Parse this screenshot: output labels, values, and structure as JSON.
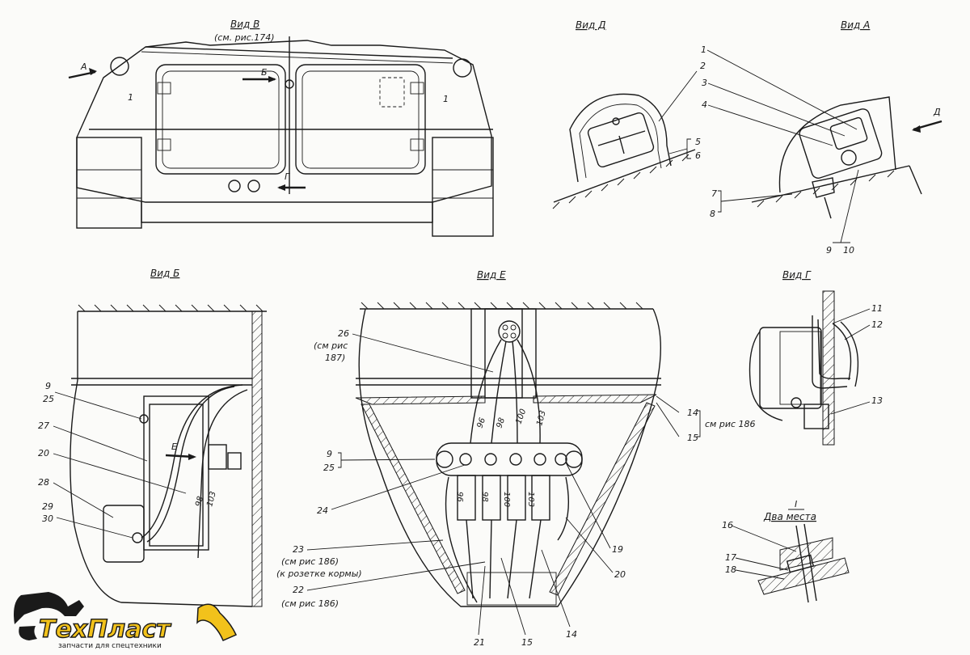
{
  "views": {
    "v": {
      "title": "Вид В",
      "note": "(см. рис.174)",
      "callouts": [
        "1",
        "1"
      ],
      "arrows": [
        "А",
        "Б",
        "Г"
      ]
    },
    "d": {
      "title": "Вид Д",
      "callouts": [
        "2",
        "5",
        "6"
      ]
    },
    "a": {
      "title": "Вид А",
      "callouts": [
        "1",
        "3",
        "4",
        "7",
        "8",
        "9",
        "10"
      ],
      "arrows": [
        "Д"
      ]
    },
    "b": {
      "title": "Вид Б",
      "callouts": [
        "9",
        "25",
        "27",
        "20",
        "28",
        "29",
        "30"
      ],
      "arrows": [
        "Е"
      ],
      "wires": [
        "98",
        "103"
      ]
    },
    "e": {
      "title": "Вид Е",
      "callouts": [
        "26",
        "14",
        "15",
        "9",
        "25",
        "24",
        "23",
        "22",
        "21",
        "15",
        "14",
        "19",
        "20"
      ],
      "wires": [
        "96",
        "98",
        "100",
        "103"
      ],
      "notes": {
        "n26a": "(см рис",
        "n26b": "187)",
        "n14": "см рис 186",
        "n23a": "(см рис 186)",
        "n23b": "(к розетке кормы)",
        "n22": "(см рис 186)"
      }
    },
    "g": {
      "title": "Вид Г",
      "callouts": [
        "11",
        "12",
        "13"
      ]
    },
    "i": {
      "title": "I",
      "subtitle": "Два места",
      "callouts": [
        "16",
        "17",
        "18"
      ]
    }
  },
  "logo": {
    "brand": "ТехПласт",
    "tagline": "запчасти для спецтехники",
    "color": "#f2c21b"
  }
}
